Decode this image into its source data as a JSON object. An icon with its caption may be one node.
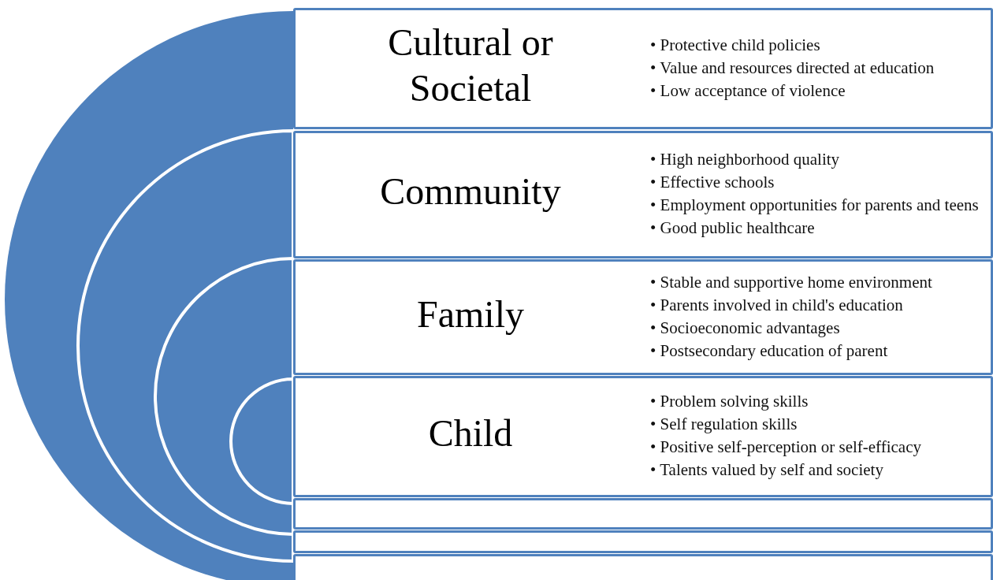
{
  "diagram": {
    "nodes": [
      {
        "text": [
          "Cultural or Societal",
          "• Protective child policies",
          "• Value and resources directed at education",
          "• Low acceptance of violence"
        ]
      },
      {
        "text": [
          "Community",
          "• High neighborhood quality",
          "• Effective schools",
          "• Employment opportunities for parents and teens",
          "• Good public healthcare"
        ]
      },
      {
        "text": [
          "Family",
          "• Stable and supportive home environment",
          "• Parents involved in child's education",
          "• Socioeconomic advantages",
          "• Postsecondary education of parent"
        ]
      },
      {
        "text": [
          "Child",
          "• Problem solving skills",
          "• Self regulation skills",
          "• Positive self-perception or self-efficacy",
          "• Talents valued by self and society"
        ]
      },
      {
        "text": [],
        "shape": "box"
      },
      {
        "text": [],
        "shape": "box"
      },
      {
        "text": [],
        "shape": "box"
      }
    ]
  }
}
